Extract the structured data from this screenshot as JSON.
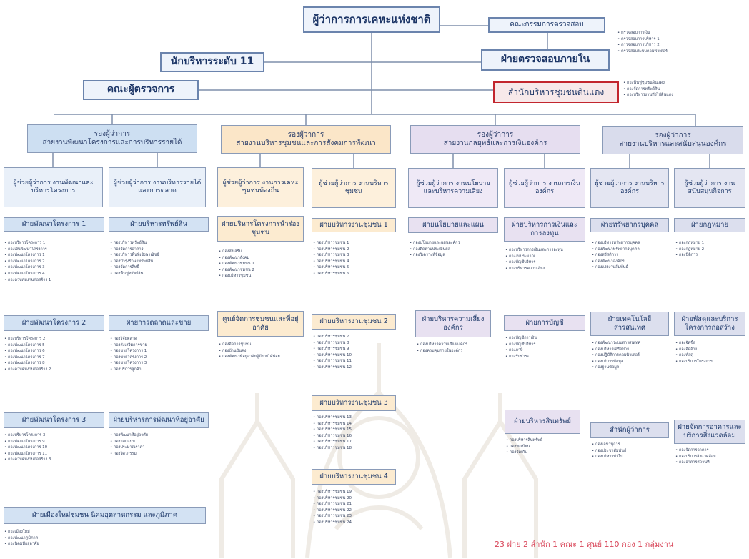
{
  "top": "ผู้ว่าการการเคหะแห่งชาติ",
  "committee": "คณะกรรมการตรวจสอบ",
  "officer11": "นักบริหารระดับ 11",
  "inspectors": "คณะผู้ตรวจการ",
  "audit": "ฝ่ายตรวจสอบภายใน",
  "slum_office": "สำนักบริหารชุมชนดินแดง",
  "audit_notes": [
    "ตรวจสอบการเงิน",
    "ตรวจสอบการบริหาร 1",
    "ตรวจสอบการบริหาร 2",
    "ตรวจสอบระบบคอมพิวเตอร์"
  ],
  "slum_notes": [
    "กองฟื้นฟูชุมชนดินแดง",
    "กองจัดการทรัพย์สิน",
    "กองบริหารงานทั่วไปดินแดง"
  ],
  "vps": [
    {
      "title": "รองผู้ว่าการ",
      "subtitle": "สายงานพัฒนาโครงการและการบริหารรายได้"
    },
    {
      "title": "รองผู้ว่าการ",
      "subtitle": "สายงานบริหารชุมชนและการสังคมการพัฒนา"
    },
    {
      "title": "รองผู้ว่าการ",
      "subtitle": "สายงานกลยุทธ์และการเงินองค์กร"
    },
    {
      "title": "รองผู้ว่าการ",
      "subtitle": "สายงานบริหารและสนับสนุนองค์กร"
    }
  ],
  "assistants": [
    "ผู้ช่วยผู้ว่าการ งานพัฒนาและบริหารโครงการ",
    "ผู้ช่วยผู้ว่าการ งานบริหารรายได้และการตลาด",
    "ผู้ช่วยผู้ว่าการ งานการเคหะชุมชนท้องถิ่น",
    "ผู้ช่วยผู้ว่าการ งานบริหารชุมชน",
    "ผู้ช่วยผู้ว่าการ งานนโยบายและบริหารความเสี่ยง",
    "ผู้ช่วยผู้ว่าการ งานการเงินองค์กร",
    "ผู้ช่วยผู้ว่าการ งานบริหารองค์กร",
    "ผู้ช่วยผู้ว่าการ งานสนับสนุนกิจการ"
  ],
  "divisions": [
    {
      "name": "ฝ่ายพัฒนาโครงการ 1",
      "items": [
        "กองบริหารโครงการ 1",
        "กองเงินพัฒนาโครงการ",
        "กองพัฒนาโครงการ 1",
        "กองพัฒนาโครงการ 2",
        "กองพัฒนาโครงการ 3",
        "กองพัฒนาโครงการ 4",
        "กองควบคุมงานก่อสร้าง 1"
      ]
    },
    {
      "name": "ฝ่ายบริหารทรัพย์สิน",
      "items": [
        "กองบริหารทรัพย์สิน",
        "กองจัดการอาคาร",
        "กองบริหารพื้นที่เชิงพาณิชย์",
        "กองบำรุงรักษาทรัพย์สิน",
        "กองจัดการสิทธิ์",
        "กองฟื้นฟูทรัพย์สิน"
      ]
    },
    {
      "name": "ฝ่ายบริหารโครงการนำร่องชุมชน",
      "items": [
        "กองส่งเสริม",
        "กองพัฒนาสังคม",
        "กองพัฒนาชุมชน 1",
        "กองพัฒนาชุมชน 2",
        "กองบริหารชุมชน"
      ]
    },
    {
      "name": "ฝ่ายบริหารงานชุมชน 1",
      "items": [
        "กองบริหารชุมชน 1",
        "กองบริหารชุมชน 2",
        "กองบริหารชุมชน 3",
        "กองบริหารชุมชน 4",
        "กองบริหารชุมชน 5",
        "กองบริหารชุมชน 6"
      ]
    },
    {
      "name": "ฝ่ายนโยบายและแผน",
      "items": [
        "กองนโยบายและแผนองค์กร",
        "กองติดตามประเมินผล",
        "กองวิเคราะห์ข้อมูล"
      ]
    },
    {
      "name": "ฝ่ายบริหารการเงินและการลงทุน",
      "items": [
        "กองบริหารการเงินและการลงทุน",
        "กองงบประมาณ",
        "กองบัญชีบริหาร",
        "กองบริหารความเสี่ยง"
      ]
    },
    {
      "name": "ฝ่ายทรัพยากรบุคคล",
      "items": [
        "กองบริหารทรัพยากรบุคคล",
        "กองพัฒนาทรัพยากรบุคคล",
        "กองสวัสดิการ",
        "กองพัฒนาองค์กร",
        "กองแรงงานสัมพันธ์"
      ]
    },
    {
      "name": "ฝ่ายกฎหมาย",
      "items": [
        "กองกฎหมาย 1",
        "กองกฎหมาย 2",
        "กองนิติการ"
      ]
    },
    {
      "name": "ฝ่ายพัฒนาโครงการ 2",
      "items": [
        "กองบริหารโครงการ 2",
        "กองพัฒนาโครงการ 5",
        "กองพัฒนาโครงการ 6",
        "กองพัฒนาโครงการ 7",
        "กองพัฒนาโครงการ 8",
        "กองควบคุมงานก่อสร้าง 2"
      ]
    },
    {
      "name": "ฝ่ายการตลาดและขาย",
      "items": [
        "กองวิจัยตลาด",
        "กองส่งเสริมการขาย",
        "กองขายโครงการ 1",
        "กองขายโครงการ 2",
        "กองขายโครงการ 3",
        "กองบริการลูกค้า"
      ]
    },
    {
      "name": "ศูนย์จัดการชุมชนและที่อยู่อาศัย",
      "items": [
        "กองจัดการชุมชน",
        "กองบ้านมั่นคง",
        "กองพัฒนาที่อยู่อาศัยผู้มีรายได้น้อย"
      ]
    },
    {
      "name": "ฝ่ายบริหารงานชุมชน 2",
      "items": [
        "กองบริหารชุมชน 7",
        "กองบริหารชุมชน 8",
        "กองบริหารชุมชน 9",
        "กองบริหารชุมชน 10",
        "กองบริหารชุมชน 11",
        "กองบริหารชุมชน 12"
      ]
    },
    {
      "name": "ฝ่ายบริหารความเสี่ยงองค์กร",
      "items": [
        "กองบริหารความเสี่ยงองค์กร",
        "กองควบคุมภายในองค์กร"
      ]
    },
    {
      "name": "ฝ่ายการบัญชี",
      "items": [
        "กองบัญชีการเงิน",
        "กองบัญชีบริหาร",
        "กองภาษี",
        "กองรับชำระ"
      ]
    },
    {
      "name": "ฝ่ายเทคโนโลยีสารสนเทศ",
      "items": [
        "กองพัฒนาระบบสารสนเทศ",
        "กองบริหารเครือข่าย",
        "กองปฏิบัติการคอมพิวเตอร์",
        "กองบริการข้อมูล",
        "กองฐานข้อมูล"
      ]
    },
    {
      "name": "ฝ่ายพัสดุและบริการโครงการก่อสร้าง",
      "items": [
        "กองจัดซื้อ",
        "กองจัดจ้าง",
        "กองพัสดุ",
        "กองบริการโครงการ"
      ]
    },
    {
      "name": "ฝ่ายพัฒนาโครงการ 3",
      "items": [
        "กองบริหารโครงการ 3",
        "กองพัฒนาโครงการ 9",
        "กองพัฒนาโครงการ 10",
        "กองพัฒนาโครงการ 11",
        "กองควบคุมงานก่อสร้าง 3"
      ]
    },
    {
      "name": "ฝ่ายบริหารการพัฒนาที่อยู่อาศัย",
      "items": [
        "กองพัฒนาที่อยู่อาศัย",
        "กองออกแบบ",
        "กองประมาณราคา",
        "กองวิศวกรรม"
      ]
    },
    {
      "name": "ฝ่ายบริหารงานชุมชน 3",
      "items": [
        "กองบริหารชุมชน 13",
        "กองบริหารชุมชน 14",
        "กองบริหารชุมชน 15",
        "กองบริหารชุมชน 16",
        "กองบริหารชุมชน 17",
        "กองบริหารชุมชน 18"
      ]
    },
    {
      "name": "ฝ่ายบริหารสินทรัพย์",
      "items": [
        "กองบริหารสินทรัพย์",
        "กองทะเบียน",
        "กองจัดเก็บ"
      ]
    },
    {
      "name": "สำนักผู้ว่าการ",
      "items": [
        "กองเลขานุการ",
        "กองประชาสัมพันธ์",
        "กองบริหารทั่วไป"
      ]
    },
    {
      "name": "ฝ่ายจัดการอาคารและบริการสิ่งแวดล้อม",
      "items": [
        "กองจัดการอาคาร",
        "กองบริการสิ่งแวดล้อม",
        "กองอาคารสถานที่"
      ]
    },
    {
      "name": "ฝ่ายบริหารงานชุมชน 4",
      "items": [
        "กองบริหารชุมชน 19",
        "กองบริหารชุมชน 20",
        "กองบริหารชุมชน 21",
        "กองบริหารชุมชน 22",
        "กองบริหารชุมชน 23",
        "กองบริหารชุมชน 24"
      ]
    },
    {
      "name": "ฝ่ายเมืองใหม่ชุมชน นิคมอุตสาหกรรม และภูมิภาค",
      "items": [
        "กองเมืองใหม่",
        "กองพัฒนาภูมิภาค",
        "กองนิคมที่อยู่อาศัย"
      ]
    }
  ],
  "summary": "23 ฝ่าย 2 สำนัก 1 คณะ 1 ศูนย์ 110 กอง 1 กลุ่มงาน"
}
